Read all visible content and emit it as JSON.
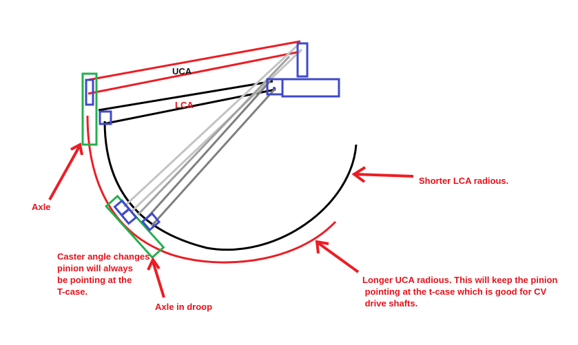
{
  "colors": {
    "red": "#ed1c24",
    "black": "#000000",
    "blue": "#3f48cc",
    "green": "#22b14c",
    "gray_light": "#c3c3c3",
    "gray_mid": "#a0a0a0",
    "gray_dark": "#7f7f7f"
  },
  "labels": {
    "uca": "UCA",
    "lca": "LCA",
    "axle": "Axle",
    "axle_in_droop": "Axle in droop",
    "shorter_lca": "Shorter LCA radious.",
    "caster_line1": "Caster angle changes",
    "caster_line2": "pinion will always",
    "caster_line3": "be pointing at the",
    "caster_line4": "T-case.",
    "longer_uca_line1": "Longer UCA radious. This will keep the pinion",
    "longer_uca_line2": " pointing at the t-case which is good for CV",
    "longer_uca_line3": " drive shafts."
  }
}
